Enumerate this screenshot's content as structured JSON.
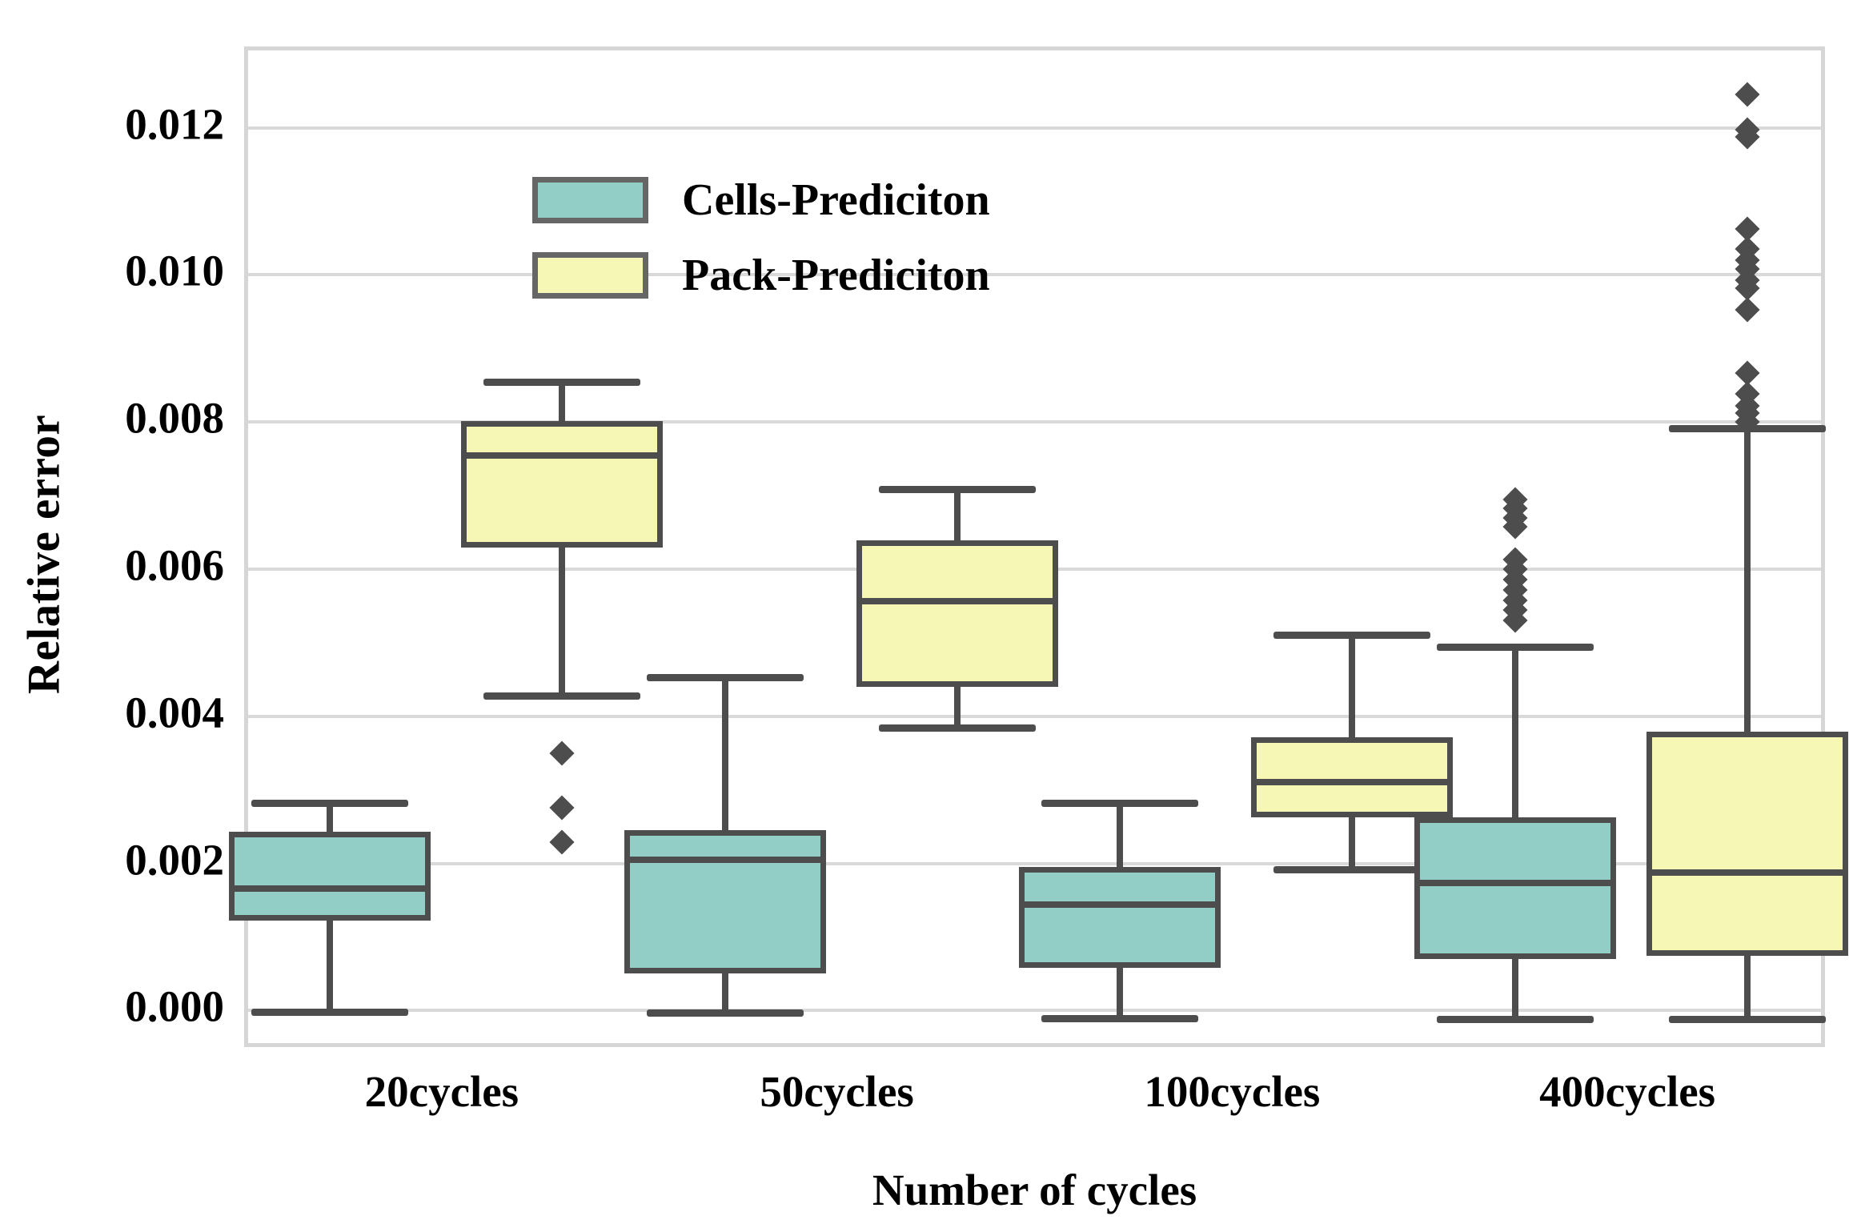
{
  "chart_data": {
    "type": "box",
    "title": "",
    "xlabel": "Number of cycles",
    "ylabel": "Relative error",
    "ylim": [
      -0.00055,
      0.01305
    ],
    "yticks": [
      0.0,
      0.002,
      0.004,
      0.006,
      0.008,
      0.01,
      0.012
    ],
    "ytick_labels": [
      "0.000",
      "0.002",
      "0.004",
      "0.006",
      "0.008",
      "0.010",
      "0.012"
    ],
    "categories": [
      "20cycles",
      "50cycles",
      "100cycles",
      "400cycles"
    ],
    "grid": "horizontal",
    "legend_position": "top-left",
    "colors": {
      "cells": "#92cdc6",
      "pack": "#f6f6b5",
      "outline": "#4d4d4d",
      "gridline": "#d9d9d9",
      "frame": "#d6d6d6",
      "text": "#000000"
    },
    "series": [
      {
        "name": "Cells-Prediciton",
        "color": "#92cdc6",
        "boxes": [
          {
            "category": "20cycles",
            "whisker_low": -2e-05,
            "q1": 0.00122,
            "median": 0.00166,
            "q3": 0.00243,
            "whisker_high": 0.00282,
            "outliers": []
          },
          {
            "category": "50cycles",
            "whisker_low": -3e-05,
            "q1": 0.00051,
            "median": 0.00205,
            "q3": 0.00245,
            "whisker_high": 0.00453,
            "outliers": []
          },
          {
            "category": "100cycles",
            "whisker_low": -0.0001,
            "q1": 0.00058,
            "median": 0.00144,
            "q3": 0.00195,
            "whisker_high": 0.00282,
            "outliers": []
          },
          {
            "category": "400cycles",
            "whisker_low": -0.00012,
            "q1": 0.0007,
            "median": 0.00173,
            "q3": 0.00263,
            "whisker_high": 0.00494,
            "outliers": [
              0.00695,
              0.00683,
              0.0067,
              0.00658,
              0.00613,
              0.006,
              0.00586,
              0.00572,
              0.00558,
              0.00544,
              0.0053
            ]
          }
        ]
      },
      {
        "name": "Pack-Prediciton",
        "color": "#f6f6b5",
        "boxes": [
          {
            "category": "20cycles",
            "whisker_low": 0.00428,
            "q1": 0.00629,
            "median": 0.00754,
            "q3": 0.00801,
            "whisker_high": 0.00855,
            "outliers": [
              0.0035,
              0.00276,
              0.00229
            ]
          },
          {
            "category": "50cycles",
            "whisker_low": 0.00385,
            "q1": 0.0044,
            "median": 0.00557,
            "q3": 0.00639,
            "whisker_high": 0.00709,
            "outliers": []
          },
          {
            "category": "100cycles",
            "whisker_low": 0.00192,
            "q1": 0.00263,
            "median": 0.00311,
            "q3": 0.00371,
            "whisker_high": 0.00511,
            "outliers": []
          },
          {
            "category": "400cycles",
            "whisker_low": -0.00012,
            "q1": 0.00075,
            "median": 0.00188,
            "q3": 0.00379,
            "whisker_high": 0.00791,
            "outliers": [
              0.01245,
              0.01197,
              0.01188,
              0.01062,
              0.01035,
              0.0102,
              0.01008,
              0.00993,
              0.00982,
              0.00952,
              0.00866,
              0.00838,
              0.00822,
              0.00812,
              0.008
            ]
          }
        ]
      }
    ]
  },
  "legend": {
    "items": [
      {
        "label": "Cells-Prediciton",
        "color": "#92cdc6"
      },
      {
        "label": "Pack-Prediciton",
        "color": "#f6f6b5"
      }
    ]
  }
}
